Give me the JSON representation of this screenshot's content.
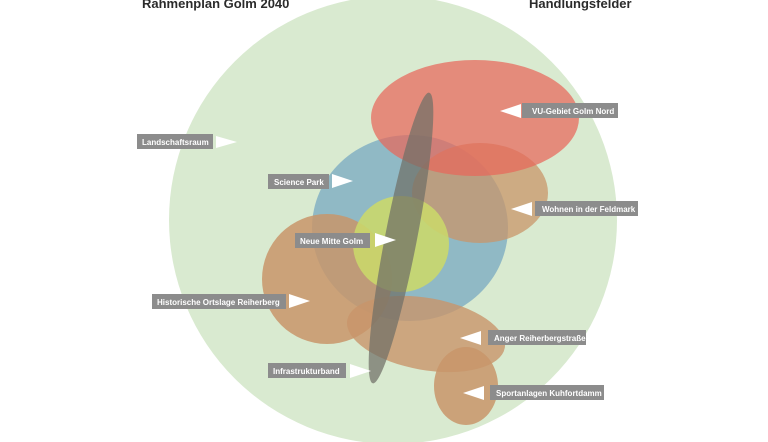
{
  "title_left": "Rahmenplan Golm 2040",
  "title_right": "Handlungsfelder",
  "colors": {
    "landscape": "#d9ead0",
    "red": "#e8665a",
    "blue": "#8cb6c4",
    "brown": "#c8956a",
    "yellow": "#cbd86a",
    "band": "#6f6f66",
    "label_bg": "#8c8c8c"
  },
  "labels": {
    "landschaftsraum": "Landschaftsraum",
    "vu_gebiet": "VU-Gebiet Golm Nord",
    "science_park": "Science Park",
    "wohnen": "Wohnen in der Feldmark",
    "neue_mitte": "Neue Mitte Golm",
    "historische": "Historische Ortslage Reiherberg",
    "anger": "Anger Reiherbergstraße",
    "infrastruktur": "Infrastrukturband",
    "sportanlagen": "Sportanlagen Kuhfortdamm"
  }
}
